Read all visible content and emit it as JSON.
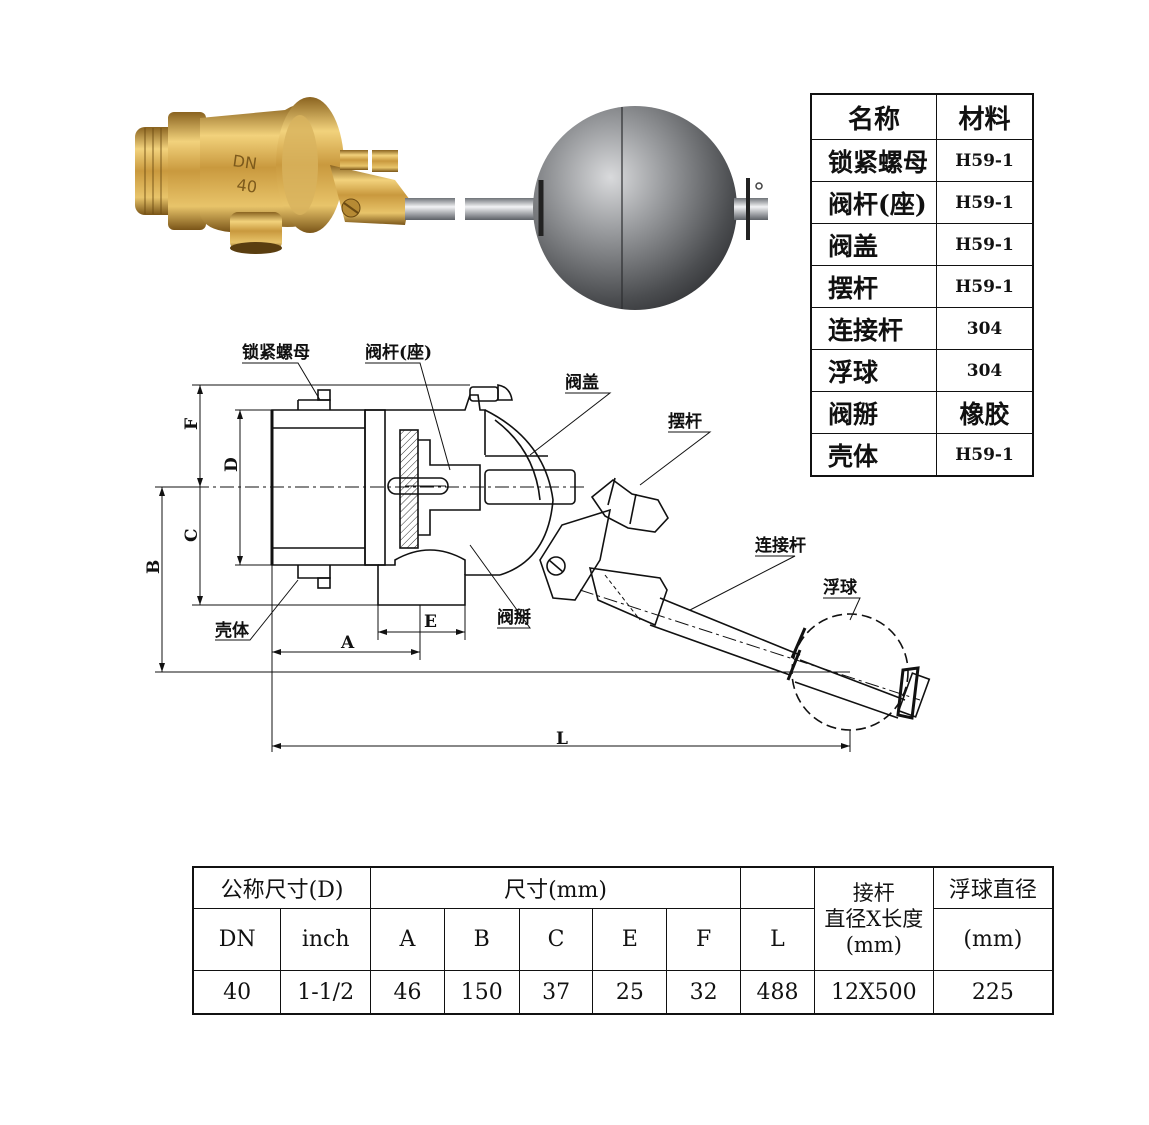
{
  "product_photo": {
    "body_text_line1": "DN",
    "body_text_line2": "40"
  },
  "material_table": {
    "header_name": "名称",
    "header_material": "材料",
    "rows": [
      {
        "name": "锁紧螺母",
        "material": "H59-1"
      },
      {
        "name": "阀杆(座)",
        "material": "H59-1"
      },
      {
        "name": "阀盖",
        "material": "H59-1"
      },
      {
        "name": "摆杆",
        "material": "H59-1"
      },
      {
        "name": "连接杆",
        "material": "304"
      },
      {
        "name": "浮球",
        "material": "304"
      },
      {
        "name": "阀掰",
        "material": "橡胶"
      },
      {
        "name": "壳体",
        "material": "H59-1"
      }
    ]
  },
  "drawing_labels": {
    "lock_nut": "锁紧螺母",
    "valve_stem": "阀杆(座)",
    "valve_cover": "阀盖",
    "swing_rod": "摆杆",
    "connecting_rod": "连接杆",
    "float_ball": "浮球",
    "valve_flap": "阀掰",
    "housing": "壳体"
  },
  "dimension_letters": {
    "F": "F",
    "D": "D",
    "C": "C",
    "B": "B",
    "A": "A",
    "E": "E",
    "L": "L"
  },
  "spec_table": {
    "group_nominal": "公称尺寸(D)",
    "group_size": "尺寸(mm)",
    "group_rod_line1": "接杆",
    "group_rod_line2": "直径X长度",
    "group_rod_line3": "(mm)",
    "group_ball": "浮球直径",
    "ball_unit": "(mm)",
    "col_dn": "DN",
    "col_inch": "inch",
    "col_a": "A",
    "col_b": "B",
    "col_c": "C",
    "col_e": "E",
    "col_f": "F",
    "col_l": "L",
    "values": {
      "dn": "40",
      "inch": "1-1/2",
      "a": "46",
      "b": "150",
      "c": "37",
      "e": "25",
      "f": "32",
      "l": "488",
      "rod": "12X500",
      "ball": "225"
    }
  }
}
